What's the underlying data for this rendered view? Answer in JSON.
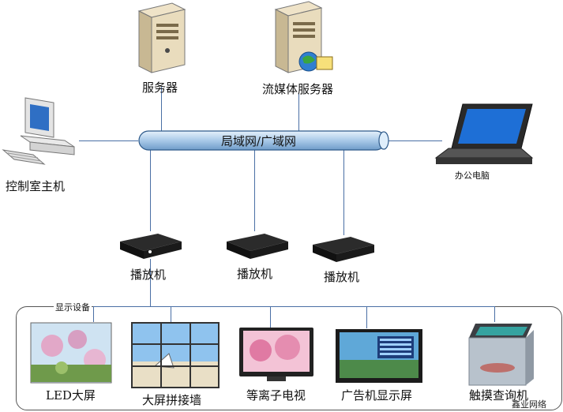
{
  "title_network": "局域网/广域网",
  "nodes": {
    "server": "服务器",
    "media_server": "流媒体服务器",
    "control_pc": "控制室主机",
    "office_pc": "办公电脑",
    "player_1": "播放机",
    "player_2": "播放机",
    "player_3": "播放机"
  },
  "display_group": {
    "label": "显示设备",
    "items": [
      "LED大屏",
      "大屏拼接墙",
      "等离子电视",
      "广告机显示屏",
      "触摸查询机"
    ]
  },
  "watermark": "鑫业网络",
  "colors": {
    "cable": "#a9c9e8",
    "line": "#4a6fa5",
    "box_border": "#555555"
  }
}
